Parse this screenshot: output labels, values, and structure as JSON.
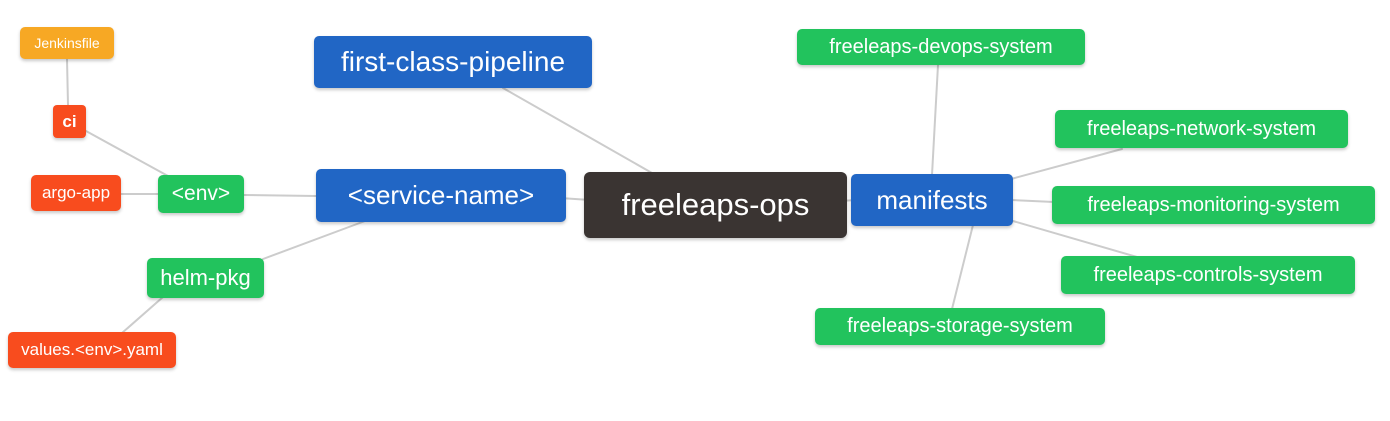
{
  "diagram": {
    "type": "mindmap",
    "root_label": "freeleaps-ops",
    "nodes": [
      {
        "id": "jenkinsfile",
        "label": "Jenkinsfile",
        "color": "orange"
      },
      {
        "id": "ci",
        "label": "ci",
        "color": "red"
      },
      {
        "id": "argo-app",
        "label": "argo-app",
        "color": "red"
      },
      {
        "id": "env",
        "label": "<env>",
        "color": "green"
      },
      {
        "id": "helm-pkg",
        "label": "helm-pkg",
        "color": "green"
      },
      {
        "id": "values-env-yaml",
        "label": "values.<env>.yaml",
        "color": "red"
      },
      {
        "id": "first-class-pipeline",
        "label": "first-class-pipeline",
        "color": "blue"
      },
      {
        "id": "service-name",
        "label": "<service-name>",
        "color": "blue"
      },
      {
        "id": "freeleaps-ops",
        "label": "freeleaps-ops",
        "color": "dark"
      },
      {
        "id": "manifests",
        "label": "manifests",
        "color": "blue"
      },
      {
        "id": "devops-system",
        "label": "freeleaps-devops-system",
        "color": "green"
      },
      {
        "id": "network-system",
        "label": "freeleaps-network-system",
        "color": "green"
      },
      {
        "id": "monitoring-system",
        "label": "freeleaps-monitoring-system",
        "color": "green"
      },
      {
        "id": "controls-system",
        "label": "freeleaps-controls-system",
        "color": "green"
      },
      {
        "id": "storage-system",
        "label": "freeleaps-storage-system",
        "color": "green"
      }
    ],
    "edges": [
      [
        "Jenkinsfile",
        "ci"
      ],
      [
        "ci",
        "<env>"
      ],
      [
        "argo-app",
        "<env>"
      ],
      [
        "<env>",
        "<service-name>"
      ],
      [
        "helm-pkg",
        "<service-name>"
      ],
      [
        "values.<env>.yaml",
        "helm-pkg"
      ],
      [
        "first-class-pipeline",
        "freeleaps-ops"
      ],
      [
        "<service-name>",
        "freeleaps-ops"
      ],
      [
        "freeleaps-ops",
        "manifests"
      ],
      [
        "manifests",
        "freeleaps-devops-system"
      ],
      [
        "manifests",
        "freeleaps-network-system"
      ],
      [
        "manifests",
        "freeleaps-monitoring-system"
      ],
      [
        "manifests",
        "freeleaps-controls-system"
      ],
      [
        "manifests",
        "freeleaps-storage-system"
      ]
    ]
  },
  "palette": {
    "blue": "#2166c5",
    "green": "#22c35d",
    "orange": "#f7a824",
    "red": "#f84c1e",
    "dark": "#3a3432",
    "edge": "#cccccc",
    "bg": "#ffffff"
  }
}
